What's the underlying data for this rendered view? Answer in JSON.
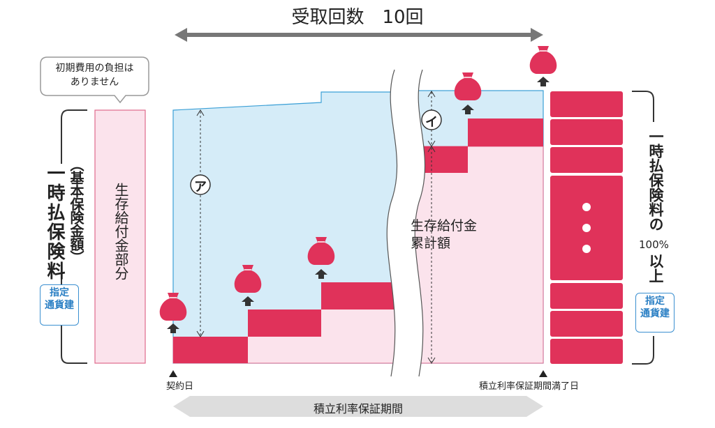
{
  "title": "受取回数　10回",
  "bubble": {
    "line1": "初期費用の負担は",
    "line2": "ありません"
  },
  "left": {
    "main": "一時払保険料",
    "sub": "（基本保険金額）",
    "badge1": "指定",
    "badge2": "通貨建",
    "column": "生存給付金部分"
  },
  "labels": {
    "a": "ア",
    "i": "イ",
    "cumulative1": "生存給付金",
    "cumulative2": "累計額"
  },
  "right": {
    "main": "一時払保険料の",
    "pct": "100%",
    "above": "以上",
    "badge1": "指定",
    "badge2": "通貨建"
  },
  "bottom": {
    "start": "契約日",
    "end": "積立利率保証期間満了日",
    "period": "積立利率保証期間"
  },
  "colors": {
    "red": "#e0325a",
    "pink": "#fbe3ec",
    "blue": "#d5ecf8",
    "blueLine": "#3a9fd6",
    "gray": "#777777"
  }
}
